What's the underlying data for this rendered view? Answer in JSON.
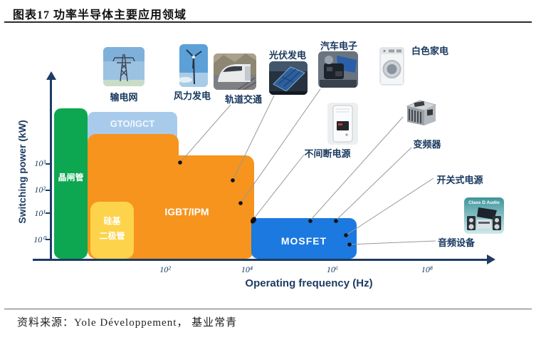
{
  "page": {
    "title": "图表17 功率半导体主要应用领域",
    "source_note": "资料来源：Yole Développement， 基业常青"
  },
  "chart_data": {
    "type": "area",
    "title": "功率半导体主要应用领域",
    "xlabel": "Operating frequency (Hz)",
    "ylabel": "Switching power (kW)",
    "x_scale": "log",
    "y_scale": "log",
    "x_tick_labels": [
      "10²",
      "10⁴",
      "10⁶",
      "10⁸"
    ],
    "y_tick_labels": [
      "10³",
      "10²",
      "10¹",
      "10⁰"
    ],
    "grid": false,
    "legend": "none",
    "regions": [
      {
        "label": "晶闸管",
        "color": "#0ca750",
        "freq_range_hz": "<10¹",
        "power_range_kw": "10⁰ – >10³"
      },
      {
        "label": "GTO/IGCT",
        "color": "#a8cbec",
        "freq_range_hz": "10⁰ – 10²",
        "power_range_kw": "≈10³ (top band)"
      },
      {
        "label": "IGBT/IPM",
        "color": "#f6941d",
        "freq_range_hz": "10⁰ – 10⁴",
        "power_range_kw": "10⁻¹ – 10³"
      },
      {
        "label": "硅基二极管",
        "label_line1": "硅基",
        "label_line2": "二极管",
        "color": "#fcd34b",
        "freq_range_hz": "10⁰ – 10¹",
        "power_range_kw": "10⁻¹ – 10¹"
      },
      {
        "label": "MOSFET",
        "color": "#1b79e0",
        "freq_range_hz": "10⁴ – 10⁶",
        "power_range_kw": "10⁻¹ – 10¹"
      }
    ],
    "applications": [
      {
        "label": "输电网",
        "points_to": "GTO/IGCT"
      },
      {
        "label": "风力发电",
        "points_to": "IGBT/IPM"
      },
      {
        "label": "轨道交通",
        "points_to": "IGBT/IPM"
      },
      {
        "label": "光伏发电",
        "points_to": "IGBT/IPM"
      },
      {
        "label": "汽车电子",
        "points_to": "IGBT/IPM"
      },
      {
        "label": "不间断电源",
        "points_to": "MOSFET"
      },
      {
        "label": "白色家电",
        "points_to": "MOSFET"
      },
      {
        "label": "变频器",
        "points_to": "MOSFET"
      },
      {
        "label": "开关式电源",
        "points_to": "MOSFET"
      },
      {
        "label": "音频设备",
        "points_to": "MOSFET",
        "image_text": "Class D Audio"
      }
    ],
    "colors": {
      "axis": "#1e3c64",
      "app_label_text": "#17375e",
      "connector_line": "#999999",
      "block_text": "#ffffff"
    }
  }
}
